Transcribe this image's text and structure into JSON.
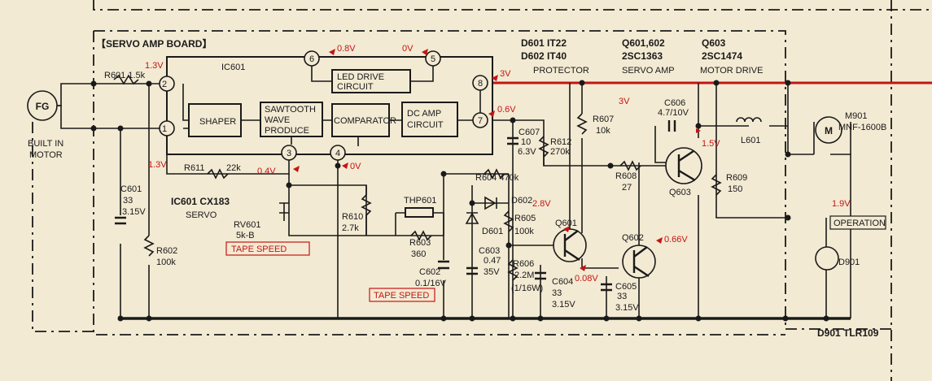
{
  "board": {
    "title": "【SERVO AMP BOARD】",
    "ic_label": "IC601",
    "ic_part": "IC601 CX183",
    "ic_sub": "SERVO"
  },
  "blocks": {
    "shaper": "SHAPER",
    "sawtooth_1": "SAWTOOTH",
    "sawtooth_2": "WAVE",
    "sawtooth_3": "PRODUCE",
    "comparator": "COMPARATOR",
    "dcamp_1": "DC AMP",
    "dcamp_2": "CIRCUIT",
    "led_1": "LED DRIVE",
    "led_2": "CIRCUIT"
  },
  "pins": {
    "p1": "1",
    "p2": "2",
    "p3": "3",
    "p4": "4",
    "p5": "5",
    "p6": "6",
    "p7": "7",
    "p8": "8"
  },
  "voltages": {
    "p2": "1.3V",
    "p1": "1.3V",
    "p6": "0.8V",
    "p5": "0V",
    "p8": "3V",
    "p7": "0.6V",
    "p3": "0.4V",
    "p4": "0V",
    "q601": "2.8V",
    "q602": "0.66V",
    "q603": "1.5V",
    "line3v": "3V",
    "q601e": "0.08V",
    "led": "1.9V"
  },
  "header": {
    "d_1": "D601  IT22",
    "d_2": "D602  IT40",
    "d_3": "PROTECTOR",
    "q_1": "Q601,602",
    "q_2": "2SC1363",
    "q_3": "SERVO AMP",
    "m_1": "Q603",
    "m_2": "2SC1474",
    "m_3": "MOTOR DRIVE"
  },
  "parts": {
    "fg": "FG",
    "built_1": "BUILT IN",
    "built_2": "MOTOR",
    "r601": "R601 1.5k",
    "r611": "R611",
    "r611v": "22k",
    "c601_1": "C601",
    "c601_2": "33",
    "c601_3": "3.15V",
    "r602_1": "R602",
    "r602_2": "100k",
    "rv601_1": "RV601",
    "rv601_2": "5k-B",
    "tape1": "TAPE SPEED",
    "tape2": "TAPE SPEED",
    "r610_1": "R610",
    "r610_2": "2.7k",
    "thp": "THP601",
    "r603_1": "R603",
    "r603_2": "360",
    "c602_1": "C602",
    "c602_2": "0.1/16V",
    "r604": "R604  470k",
    "d602": "D602",
    "d601": "D601",
    "c603_1": "C603",
    "c603_2": "0.47",
    "c603_3": "35V",
    "r605_1": "R605",
    "r605_2": "100k",
    "r606_1": "R606",
    "r606_2": "2.2M",
    "r606_3": "(1/16W)",
    "c604_1": "C604",
    "c604_2": "33",
    "c604_3": "3.15V",
    "c605_1": "C605",
    "c605_2": "33",
    "c605_3": "3.15V",
    "c607_1": "C607",
    "c607_2": "10",
    "c607_3": "6.3V",
    "r612_1": "R612",
    "r612_2": "270k",
    "r607_1": "R607",
    "r607_2": "10k",
    "r608_1": "R608",
    "r608_2": "27",
    "c606_1": "C606",
    "c606_2": "4.7/10V",
    "r609_1": "R609",
    "r609_2": "150",
    "l601": "L601",
    "q601": "Q601",
    "q602": "Q602",
    "q603": "Q603",
    "m901_1": "M901",
    "m901_2": "MNF-1600B",
    "m": "M",
    "operation": "OPERATION",
    "d901": "D901",
    "d901b": "D901  TLR109"
  },
  "colors": {
    "wire": "#1a1a1a",
    "accent": "#c41414",
    "paper": "#f3ead3"
  }
}
